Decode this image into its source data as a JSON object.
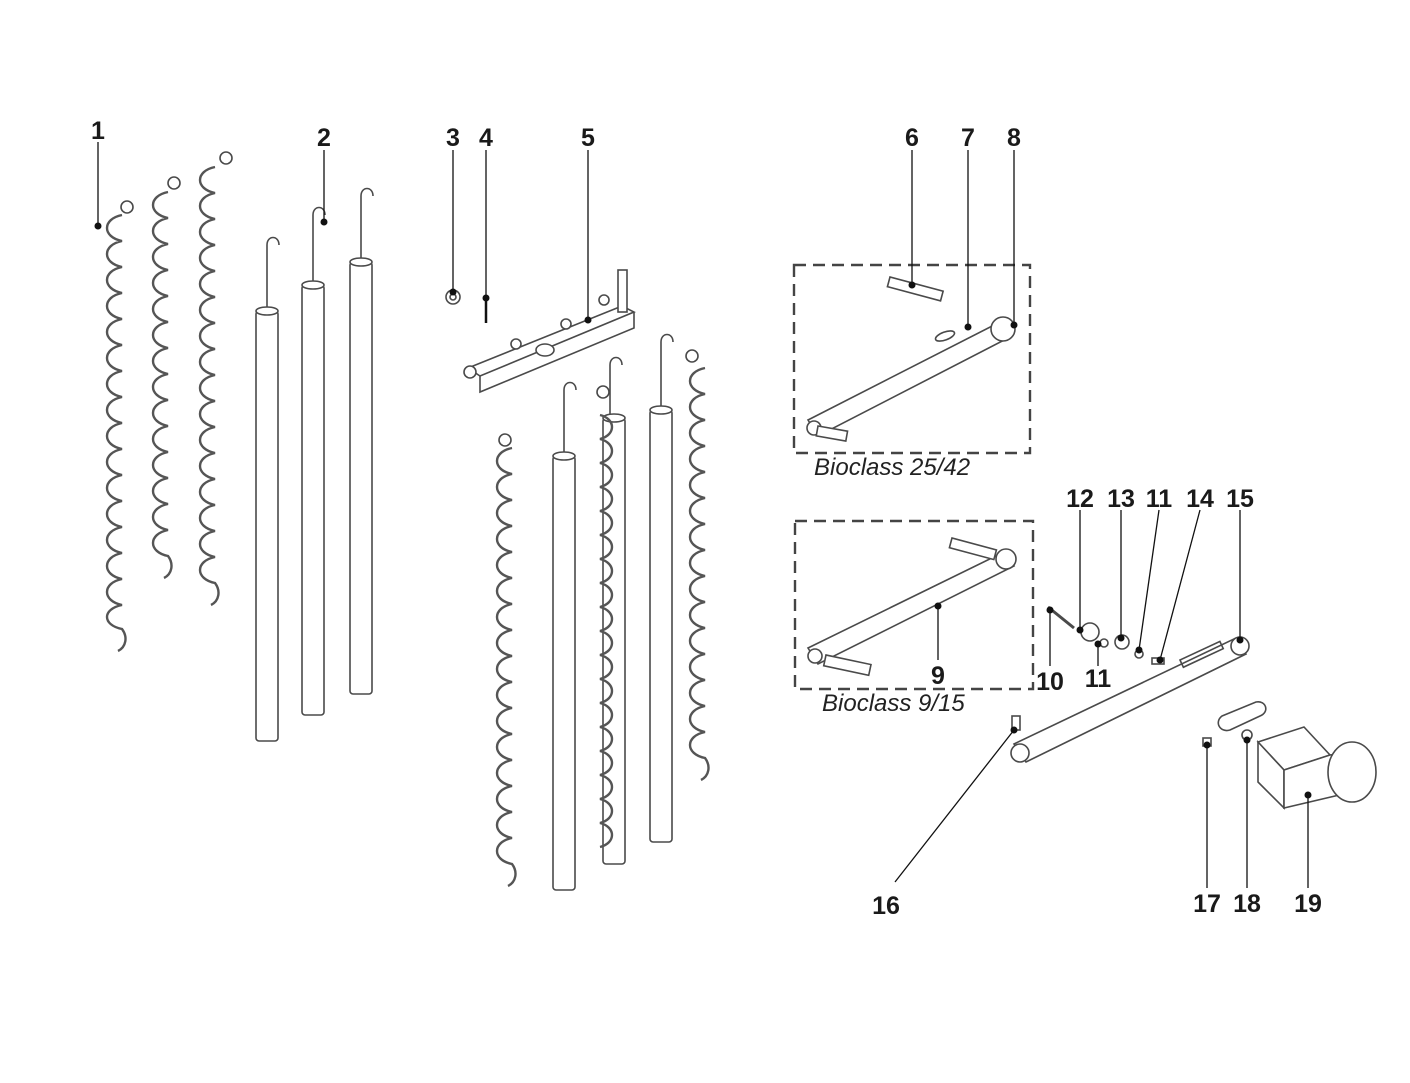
{
  "callouts": {
    "c1": "1",
    "c2": "2",
    "c3": "3",
    "c4": "4",
    "c5": "5",
    "c6": "6",
    "c7": "7",
    "c8": "8",
    "c9": "9",
    "c10": "10",
    "c11a": "11",
    "c11b": "11",
    "c12": "12",
    "c13": "13",
    "c14": "14",
    "c15": "15",
    "c16": "16",
    "c17": "17",
    "c18": "18",
    "c19": "19"
  },
  "captions": {
    "variant_a": "Bioclass 25/42",
    "variant_b": "Bioclass 9/15"
  },
  "colors": {
    "line": "#4a4a4a",
    "text": "#1a1a1a",
    "background": "#ffffff"
  }
}
